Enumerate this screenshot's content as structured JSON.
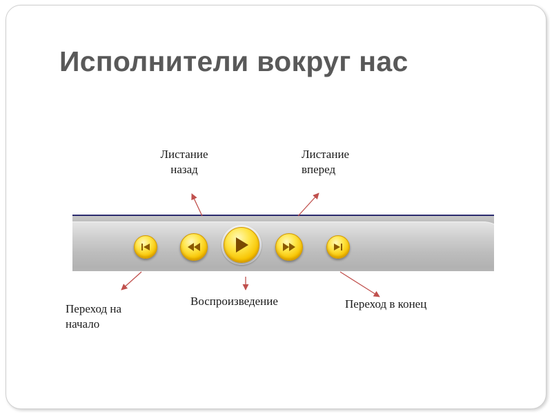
{
  "slide": {
    "title": "Исполнители вокруг нас"
  },
  "callouts": {
    "scroll_back": "Листание\nназад",
    "scroll_forward": "Листание\nвперед",
    "go_to_start": "Переход на\nначало",
    "playback": "Воспроизведение",
    "go_to_end": "Переход в конец"
  },
  "player": {
    "buttons": [
      {
        "id": "go-to-start",
        "icon": "skip-to-start-icon"
      },
      {
        "id": "scroll-back",
        "icon": "rewind-icon"
      },
      {
        "id": "play",
        "icon": "play-icon"
      },
      {
        "id": "scroll-forward",
        "icon": "fast-forward-icon"
      },
      {
        "id": "go-to-end",
        "icon": "skip-to-end-icon"
      }
    ]
  },
  "colors": {
    "title": "#595959",
    "button_yellow": "#f7c300",
    "icon_brown": "#8a5a00",
    "arrow_red": "#c0504d",
    "bar_top_line": "#2a2a6e"
  }
}
